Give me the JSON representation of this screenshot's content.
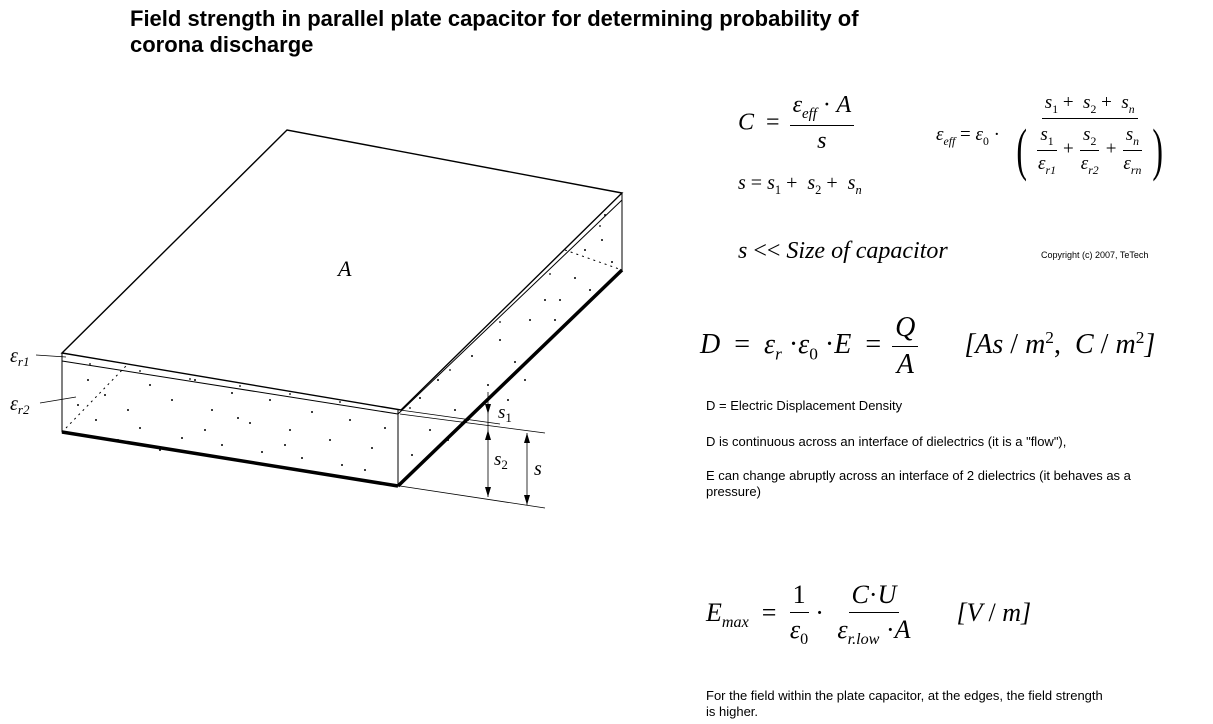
{
  "title": "Field strength in parallel plate capacitor for determining probability of corona discharge",
  "diagram": {
    "plate_label": "A",
    "layer1_label": "εr1",
    "layer2_label": "εr2",
    "s1_label": "s1",
    "s2_label": "s2",
    "s_label": "s"
  },
  "equations": {
    "capacitance": "C = εeff · A / s",
    "effective_permittivity": "εeff = ε0 · (s1 + s2 + sn) / (s1/εr1 + s2/εr2 + sn/εrn)",
    "total_thickness": "s = s1 + s2 + sn",
    "assumption": "s << Size of capacitor",
    "displacement": "D = εr · ε0 · E = Q / A   [As/m², C/m²]",
    "field_max": "Emax = 1/ε0 · C·U / (εr.low · A)   [V/m]"
  },
  "copyright": "Copyright (c) 2007, TeTech",
  "notes": {
    "d_definition": "D = Electric Displacement Density",
    "d_continuous": "D is continuous across an interface of dielectrics (it is a \"flow\"),",
    "e_change": "E can change abruptly across an interface of 2 dielectrics (it behaves as a pressure)",
    "edge_note": "For the field within the plate capacitor, at the edges, the field strength is higher."
  }
}
